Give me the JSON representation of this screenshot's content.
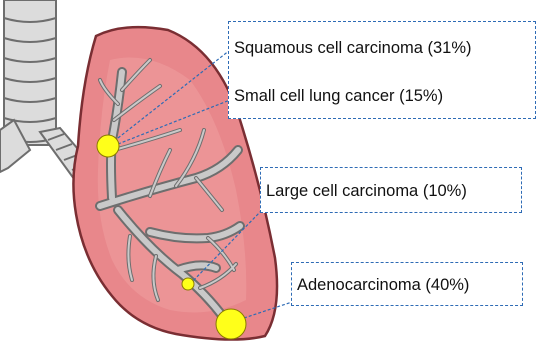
{
  "colors": {
    "lung_fill": "#e8878b",
    "lung_outline": "#7a2e33",
    "airway_fill": "#c9c9c9",
    "airway_outline": "#6e6e6e",
    "marker_fill": "#ffff1a",
    "marker_outline": "#8a7a00",
    "callout_border": "#2e6bb5",
    "leader_line": "#2e6bb5"
  },
  "callouts": {
    "squamous": {
      "label": "Squamous cell carcinoma (31%)"
    },
    "small_cell": {
      "label": "Small cell lung cancer (15%)"
    },
    "large_cell": {
      "label": "Large cell carcinoma (10%)"
    },
    "adeno": {
      "label": "Adenocarcinoma (40%)"
    }
  },
  "markers": [
    {
      "name": "squamous-marker",
      "label_ref": "squamous"
    },
    {
      "name": "large-cell-marker",
      "label_ref": "large_cell"
    },
    {
      "name": "adenocarcinoma-marker",
      "label_ref": "adeno"
    }
  ]
}
